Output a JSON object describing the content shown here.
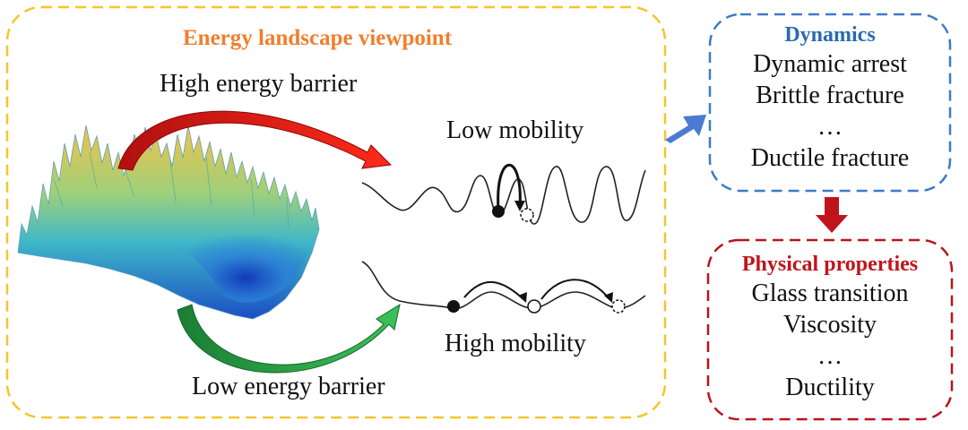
{
  "energy_box": {
    "title": "Energy landscape viewpoint",
    "high_barrier_label": "High energy barrier",
    "low_barrier_label": "Low energy barrier",
    "low_mobility_label": "Low mobility",
    "high_mobility_label": "High mobility"
  },
  "dynamics_box": {
    "title": "Dynamics",
    "items": [
      "Dynamic arrest",
      "Brittle fracture",
      "…",
      "Ductile fracture"
    ]
  },
  "properties_box": {
    "title": "Physical properties",
    "items": [
      "Glass transition",
      "Viscosity",
      "…",
      "Ductility"
    ]
  },
  "colors": {
    "orange_border": "#f5c52b",
    "orange_title": "#f07f2e",
    "blue_border": "#3d7cc4",
    "blue_title": "#2a6bb0",
    "red_border": "#b8141c",
    "red_title": "#c0141c",
    "red_arrow": "#e8231f",
    "green_arrow": "#22a845",
    "blue_arrow": "#4a7bd0",
    "down_arrow": "#c0141c"
  }
}
